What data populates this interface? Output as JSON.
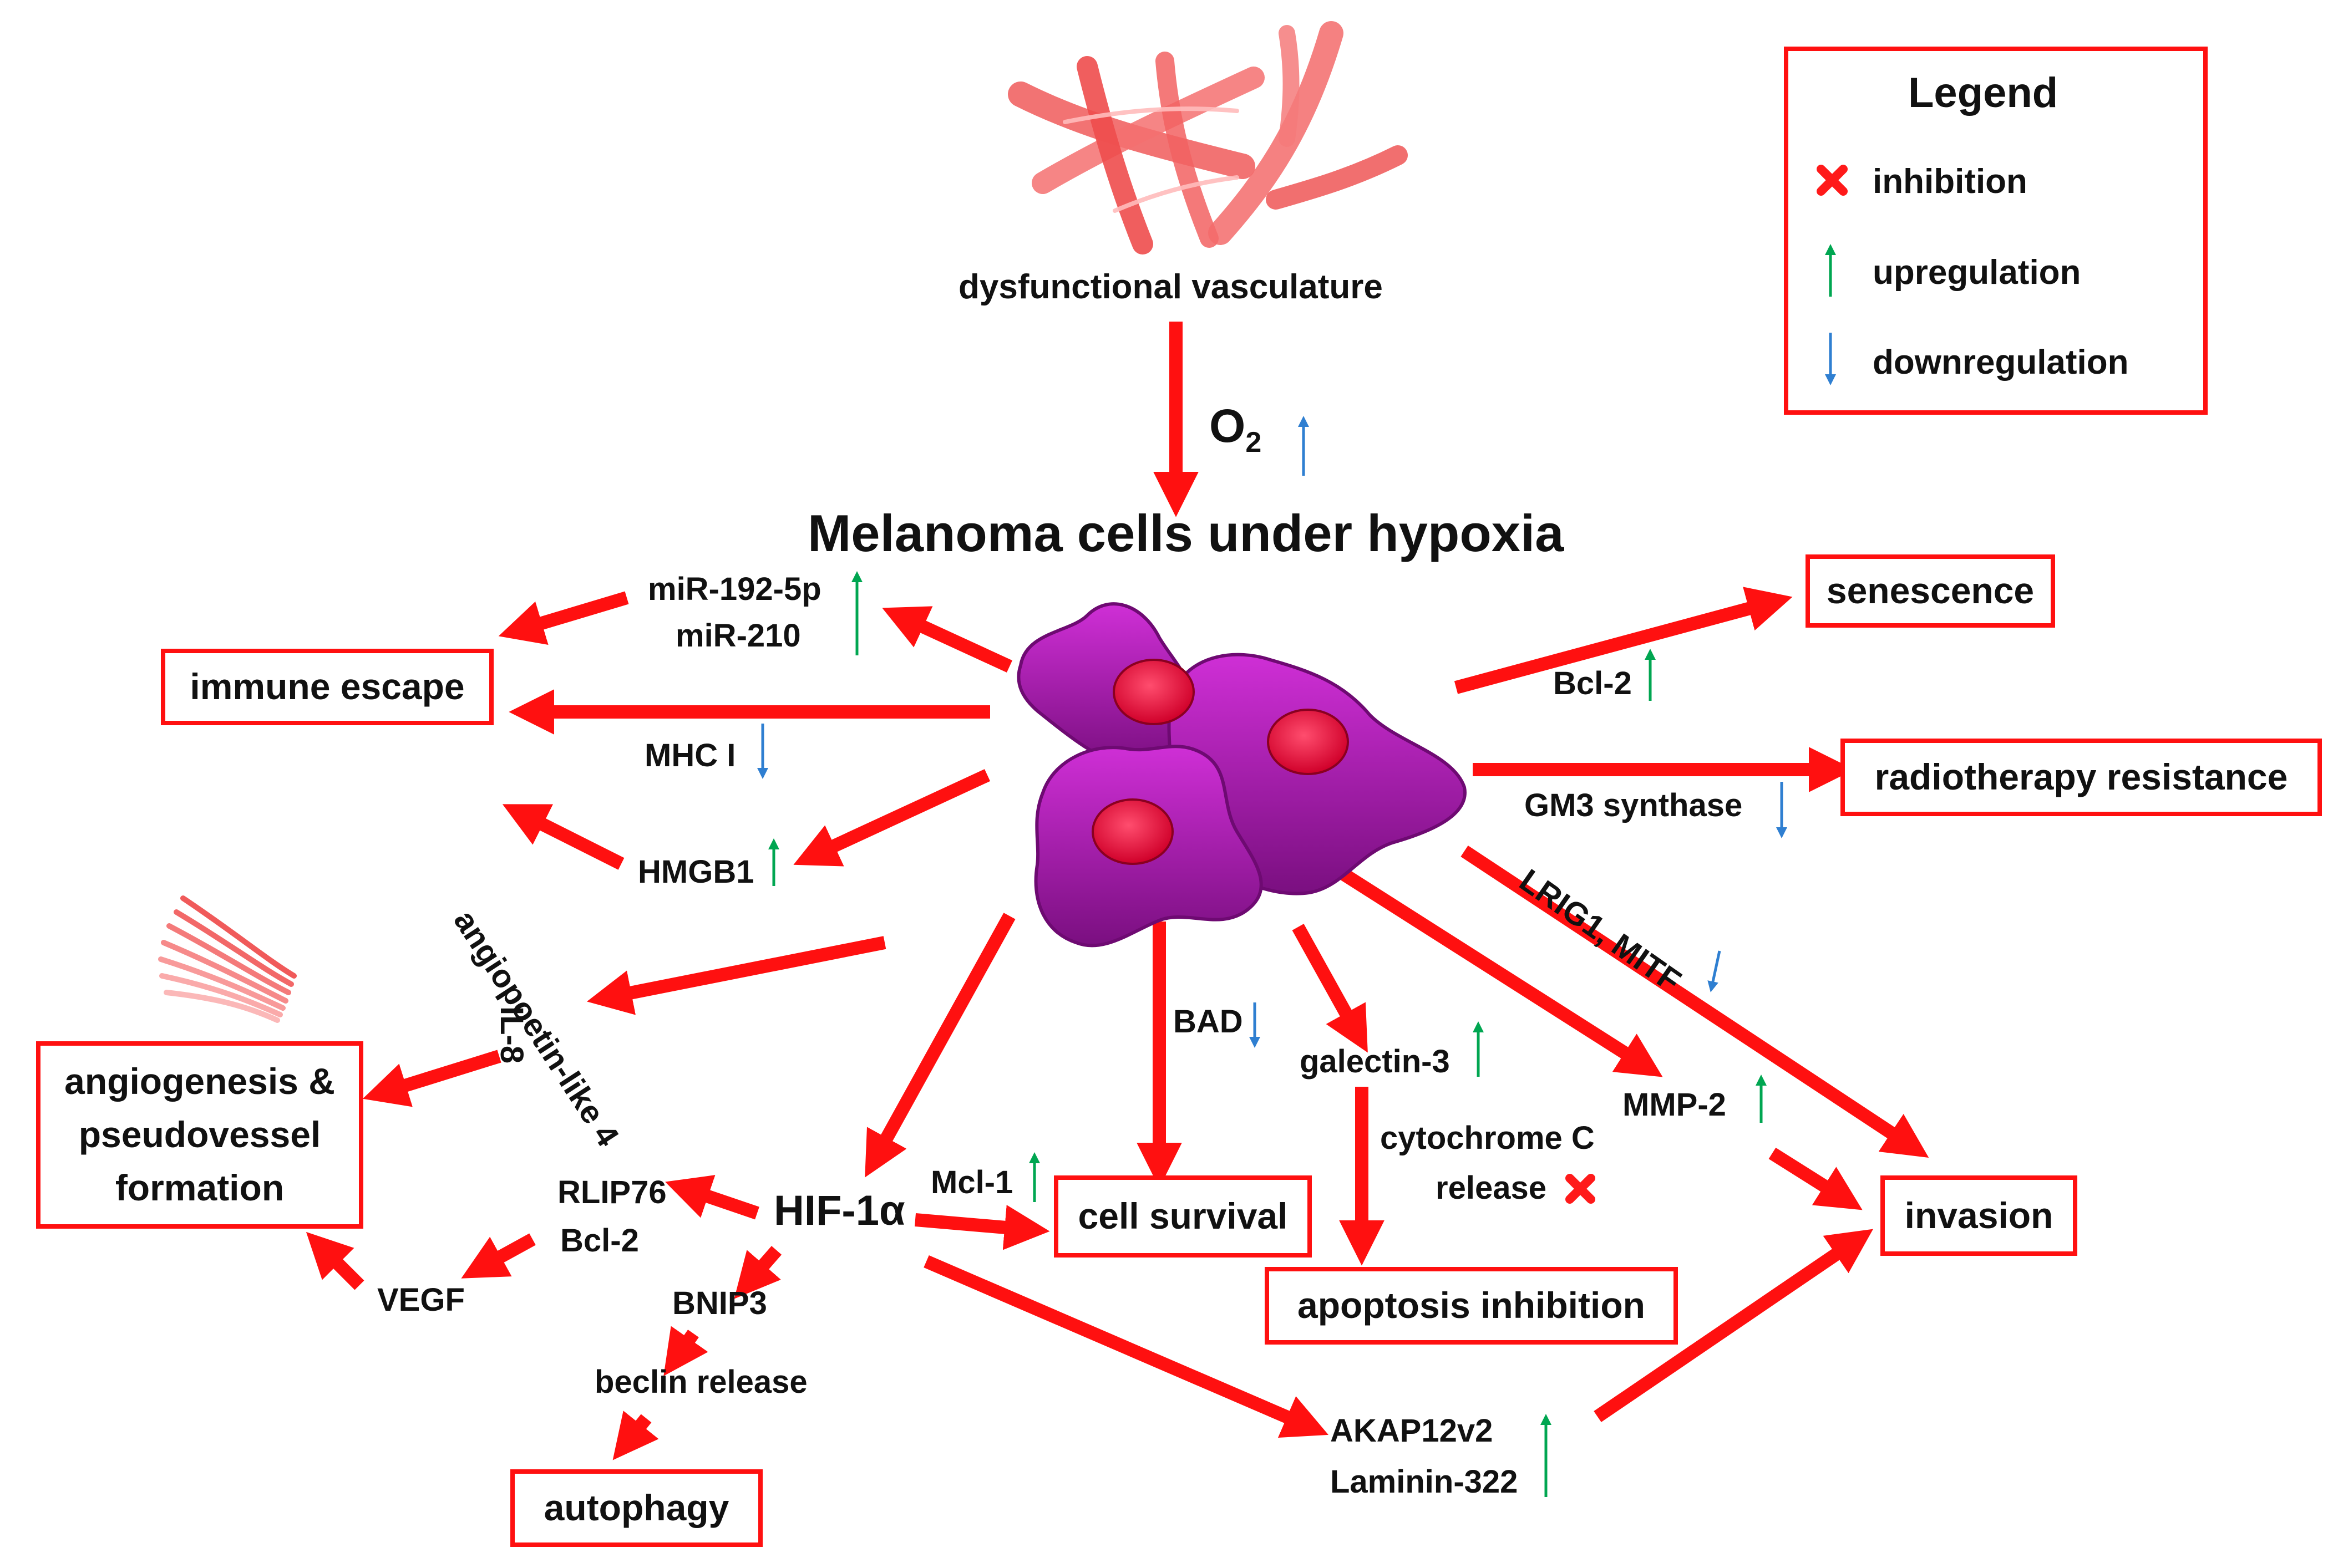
{
  "top": {
    "source_label": "dysfunctional vasculature",
    "oxygen_label": "O",
    "oxygen_subscript": "2",
    "main_title": "Melanoma cells under hypoxia"
  },
  "legend": {
    "title": "Legend",
    "items": [
      {
        "symbol": "cross-icon",
        "label": "inhibition",
        "color": "#ff1a1a"
      },
      {
        "symbol": "up-arrow-icon",
        "label": "upregulation",
        "color": "#00a651"
      },
      {
        "symbol": "down-arrow-icon",
        "label": "downregulation",
        "color": "#2f7fd1"
      }
    ]
  },
  "outcomes": {
    "immune_escape": "immune escape",
    "senescence": "senescence",
    "radiotherapy_resistance": "radiotherapy resistance",
    "angiogenesis_line1": "angiogenesis &",
    "angiogenesis_line2": "pseudovessel",
    "angiogenesis_line3": "formation",
    "cell_survival": "cell survival",
    "apoptosis_inhibition": "apoptosis inhibition",
    "invasion": "invasion",
    "autophagy": "autophagy"
  },
  "mediators": {
    "mir192": "miR-192-5p",
    "mir210": "miR-210",
    "mhc1": "MHC I",
    "hmgb1": "HMGB1",
    "angiopoietin": "angiopoetin-like 4",
    "il8": "IL-8",
    "bcl2_senescence": "Bcl-2",
    "gm3": "GM3 synthase",
    "lrig1": "LRIG1, MITF",
    "bad": "BAD",
    "galectin3": "galectin-3",
    "cytochrome_line1": "cytochrome  C",
    "cytochrome_line2": "release",
    "mmp2": "MMP-2",
    "hif": "HIF-1α",
    "mcl1": "Mcl-1",
    "rlip76": "RLIP76",
    "bcl2_hif": "Bcl-2",
    "vegf": "VEGF",
    "bnip3": "BNIP3",
    "beclin": "beclin release",
    "akap": "AKAP12v2",
    "laminin": "Laminin-322"
  },
  "colors": {
    "arrow": "#ff1010",
    "up": "#00a651",
    "down": "#2f7fd1",
    "cell_body": "#a020a0",
    "nucleus": "#e8103a"
  }
}
